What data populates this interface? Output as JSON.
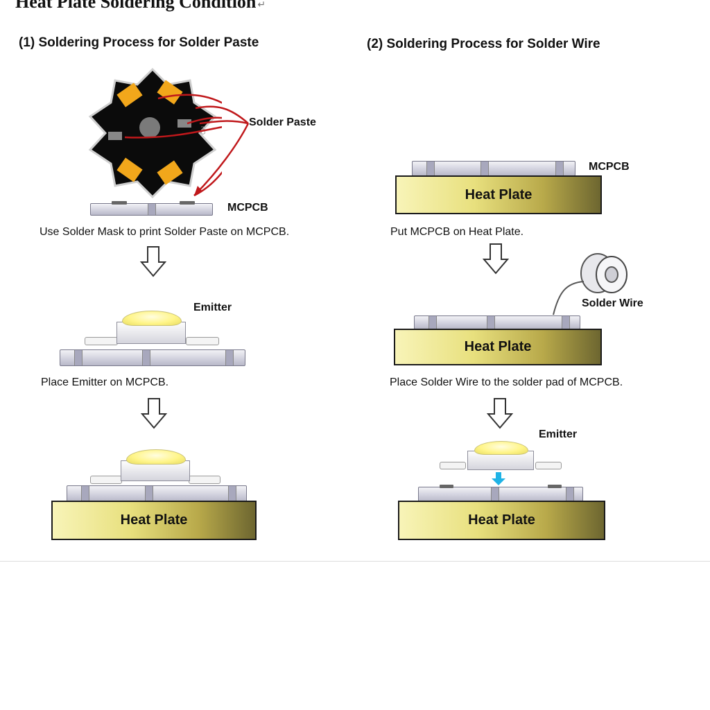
{
  "title": "Heat Plate Soldering Condition",
  "title_mark": "↵",
  "left": {
    "heading": "(1) Soldering Process for Solder Paste",
    "solder_paste_label": "Solder Paste",
    "mcpcb_label": "MCPCB",
    "step1_caption": "Use Solder Mask to print Solder Paste on MCPCB.",
    "emitter_label": "Emitter",
    "step2_caption": "Place Emitter on MCPCB.",
    "heat_plate_label": "Heat Plate"
  },
  "right": {
    "heading": "(2) Soldering Process for Solder Wire",
    "mcpcb_label": "MCPCB",
    "heat_plate_1": "Heat Plate",
    "step1_caption": "Put MCPCB on Heat Plate.",
    "solder_wire_label": "Solder Wire",
    "heat_plate_2": "Heat Plate",
    "step2_caption": "Place Solder Wire to the solder pad of MCPCB.",
    "emitter_label": "Emitter",
    "heat_plate_3": "Heat Plate"
  },
  "colors": {
    "pcb_black": "#0b0b0b",
    "pad_orange": "#f2a71b",
    "arrow_red": "#c0181b",
    "drop_arrow_blue": "#1fb3e6"
  }
}
